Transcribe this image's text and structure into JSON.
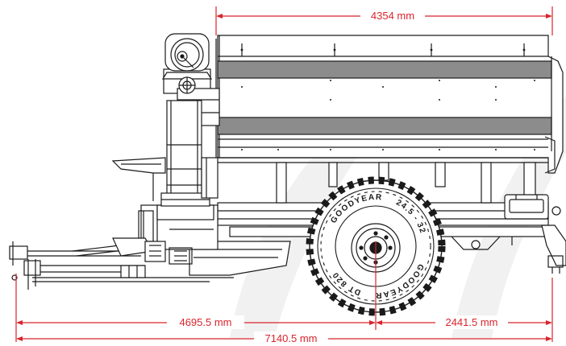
{
  "colors": {
    "dimension": "#d8242c",
    "line": "#1a1a1a",
    "band": "#8c8c8c",
    "watermark": "#f1f1f1",
    "background": "#ffffff"
  },
  "dimensions": {
    "box_length": "4354 mm",
    "hitch_to_axle": "4695.5 mm",
    "axle_to_rear": "2441.5 mm",
    "overall_length": "7140.5 mm"
  },
  "tire": {
    "brand": "GOODYEAR",
    "size": "24.5 - 32",
    "model": "DT 820"
  }
}
